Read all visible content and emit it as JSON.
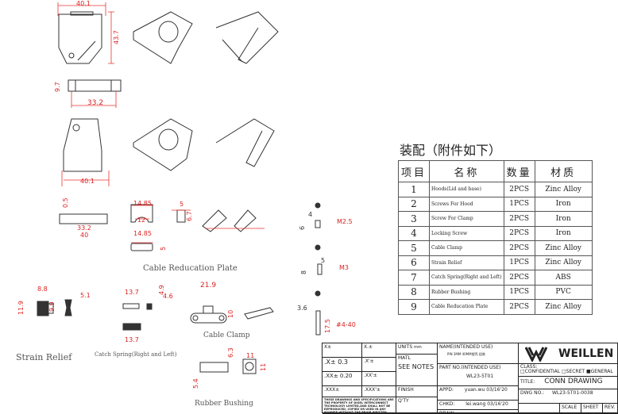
{
  "dimensions": {
    "hood_top": [
      "40.1",
      "43.7",
      "9.7",
      "33.2",
      "40.1"
    ],
    "side_view": [
      "0.5",
      "33.2",
      "40"
    ],
    "reduction_plate": [
      "14.85",
      "12",
      "5",
      "6.7",
      "14.85",
      "5"
    ],
    "strain_relief": [
      "8.8",
      "11.9",
      "9.9",
      "5.1"
    ],
    "catch_spring": [
      "13.7",
      "4.9",
      "4.6",
      "13.7"
    ],
    "cable_clamp": [
      "21.9",
      "10"
    ],
    "rubber_bushing": [
      "6.3",
      "5.4",
      "11",
      "11"
    ],
    "screws": [
      "4",
      "6",
      "M2.5",
      "5",
      "8",
      "M3",
      "3.6",
      "17.5",
      "#4-40"
    ]
  },
  "captions": {
    "cable_reduction_plate": "Cable Reducation Plate",
    "strain_relief": "Strain Relief",
    "catch_spring": "Catch Spring(Right and Left)",
    "cable_clamp": "Cable Clamp",
    "rubber_bushing": "Rubber Bushing"
  },
  "bom": {
    "title": "装配（附件如下）",
    "headers": [
      "项目",
      "名称",
      "数量",
      "材质"
    ],
    "rows": [
      {
        "no": "1",
        "name": "Hoods(Lid and base)",
        "qty": "2PCS",
        "material": "Zinc Alloy"
      },
      {
        "no": "2",
        "name": "Screws For Hood",
        "qty": "1PCS",
        "material": "Iron"
      },
      {
        "no": "3",
        "name": "Screw For Clamp",
        "qty": "2PCS",
        "material": "Iron"
      },
      {
        "no": "4",
        "name": "Locking Screw",
        "qty": "2PCS",
        "material": "Iron"
      },
      {
        "no": "5",
        "name": "Cable Clamp",
        "qty": "2PCS",
        "material": "Zinc Alloy"
      },
      {
        "no": "6",
        "name": "Strain Relief",
        "qty": "1PCS",
        "material": "Zinc Alloy"
      },
      {
        "no": "7",
        "name": "Catch Spring(Right and Left)",
        "qty": "2PCS",
        "material": "ABS"
      },
      {
        "no": "8",
        "name": "Rubber Bushing",
        "qty": "1PCS",
        "material": "PVC"
      },
      {
        "no": "9",
        "name": "Cable Reducation Plate",
        "qty": "2PCS",
        "material": "Zinc Alloy"
      }
    ]
  },
  "title_block": {
    "tol": [
      "X±",
      "X.±",
      ".X±  0.3",
      ".X'±",
      ".XX±  0.20",
      ".XX'±",
      ".XXX±",
      ".XXX'±"
    ],
    "note": "THESE DRAWINGS AND SPECIFICATIONS ARE THE PROPERTY OF DIGEL INTERCONNECT TECHNOLOGY LIMITED,AND SHALL NOT BE REPRODUCED, COPIED OR USED IN ANY MANNER WITHOUT THE PRIOR WRITTEN CONSENT OF DIGEL INTERCONNECT",
    "units_label": "UNITS",
    "units": "mm",
    "matl_label": "MATL",
    "matl": "SEE NOTES",
    "finish_label": "FINISH",
    "qty_label": "Q'TY",
    "name_label": "NAME(INTENDED USE)",
    "name": "PIN 3MM 40MM塑壳 组装",
    "partno_label": "PART NO.(INTENDED USE)",
    "partno": "WL23-5T01",
    "appd_label": "APPD:",
    "appd": "yuan.wu 03/16'20",
    "chkd_label": "CHKD:",
    "chkd": "lei.wang 03/16'20",
    "draw_label": "DRAW:",
    "logo": "WEILLEN",
    "class_label": "CLASS:",
    "class_options": "□CONFIDENTIAL □SECRET ■GENERAL",
    "title_label": "TITLE:",
    "title": "CONN DRAWING",
    "dwg_label": "DWG NO.:",
    "dwg": "WL23-5T01-0038",
    "scale_label": "SCALE",
    "sheet_label": "SHEET",
    "rev_label": "REV."
  }
}
